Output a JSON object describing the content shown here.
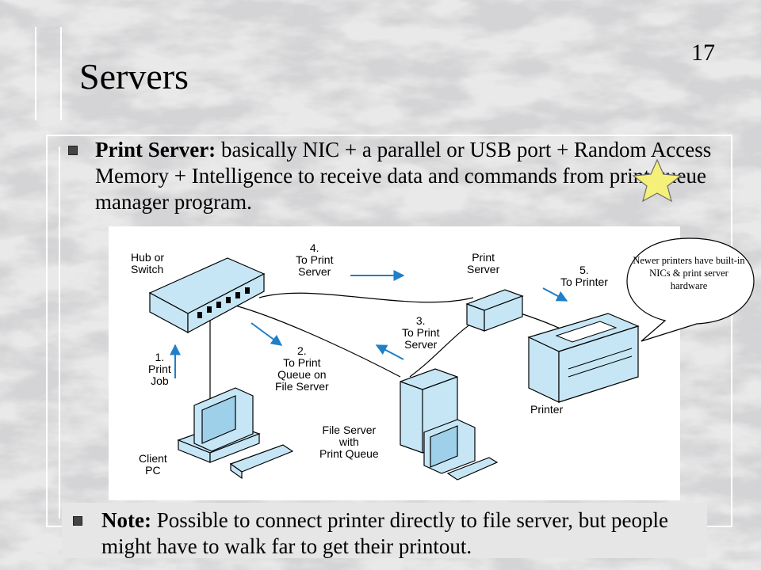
{
  "slide": {
    "page_number": "17",
    "title": "Servers"
  },
  "bullet1": {
    "bold": "Print Server:",
    "text": " basically NIC + a parallel or USB port + Random Access Memory + Intelligence to receive data and commands from print queue manager program."
  },
  "diagram": {
    "hub": "Hub or\nSwitch",
    "step4": "4.\nTo Print\nServer",
    "print_server": "Print\nServer",
    "step5": "5.\nTo Printer",
    "step1": "1.\nPrint\nJob",
    "step2": "2.\nTo Print\nQueue on\nFile Server",
    "step3": "3.\nTo Print\nServer",
    "printer": "Printer",
    "file_server": "File Server\nwith\nPrint Queue",
    "client": "Client\nPC"
  },
  "callout": {
    "text": "Newer printers have built-in NICs & print server hardware"
  },
  "note": {
    "bold": "Note:",
    "text": " Possible to connect printer directly to file server, but people might have to walk far to get their printout."
  },
  "colors": {
    "device_fill": "#c6e6f5",
    "arrow": "#1f7fc8",
    "star": "#f5f07a"
  }
}
